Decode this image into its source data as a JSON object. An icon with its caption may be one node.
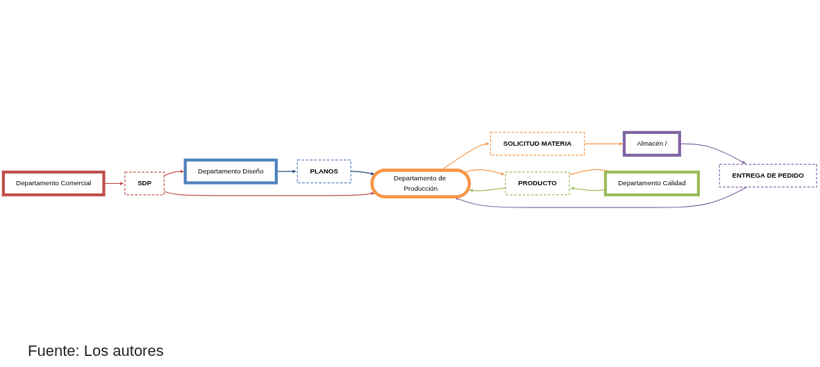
{
  "diagram": {
    "caption": "Fuente: Los autores",
    "nodes": [
      {
        "text": [
          "Departamento Diseño"
        ]
      },
      {
        "text": [
          "PLANOS"
        ]
      },
      {
        "text": [
          "Departamento Comercial"
        ]
      },
      {
        "text": [
          "SDP"
        ]
      },
      {
        "text": [
          "Departamento de Producción"
        ]
      },
      {
        "text": [
          "SOLICITUD MATERIA"
        ]
      },
      {
        "text": [
          "Almacén /"
        ]
      },
      {
        "text": [
          "ENTREGA DE PEDIDO"
        ]
      },
      {
        "text": [
          "PRODUCTO"
        ]
      },
      {
        "text": [
          "Departamento Calidad"
        ]
      }
    ],
    "edges": [
      {
        "from": 0,
        "to": 1,
        "arrow": "to",
        "color": "#1f497d"
      },
      {
        "from": 1,
        "to": 4,
        "arrow": "to",
        "color": "#1f497d"
      },
      {
        "from": 2,
        "to": 3,
        "arrow": "to",
        "color": "#c0504d"
      },
      {
        "from": 3,
        "to": 4,
        "arrow": "to",
        "color": "#c0504d"
      },
      {
        "from": 3,
        "to": 0,
        "arrow": "to",
        "color": "#c0504d"
      },
      {
        "from": 4,
        "to": 5,
        "arrow": "to"
      },
      {
        "from": 5,
        "to": 6,
        "arrow": "to"
      },
      {
        "from": 6,
        "to": 7,
        "arrow": "to",
        "color": "#8064a2"
      },
      {
        "from": 7,
        "to": 4,
        "arrow": "to",
        "color": "#8064a2"
      },
      {
        "from": 4,
        "to": 8,
        "arrow": "to"
      },
      {
        "from": 8,
        "to": 9,
        "arrow": "to"
      },
      {
        "from": 9,
        "to": 8,
        "arrow": "to",
        "color": "#9bbb59"
      },
      {
        "from": 8,
        "to": 4,
        "arrow": "to",
        "color": "#9bbb59"
      }
    ]
  }
}
